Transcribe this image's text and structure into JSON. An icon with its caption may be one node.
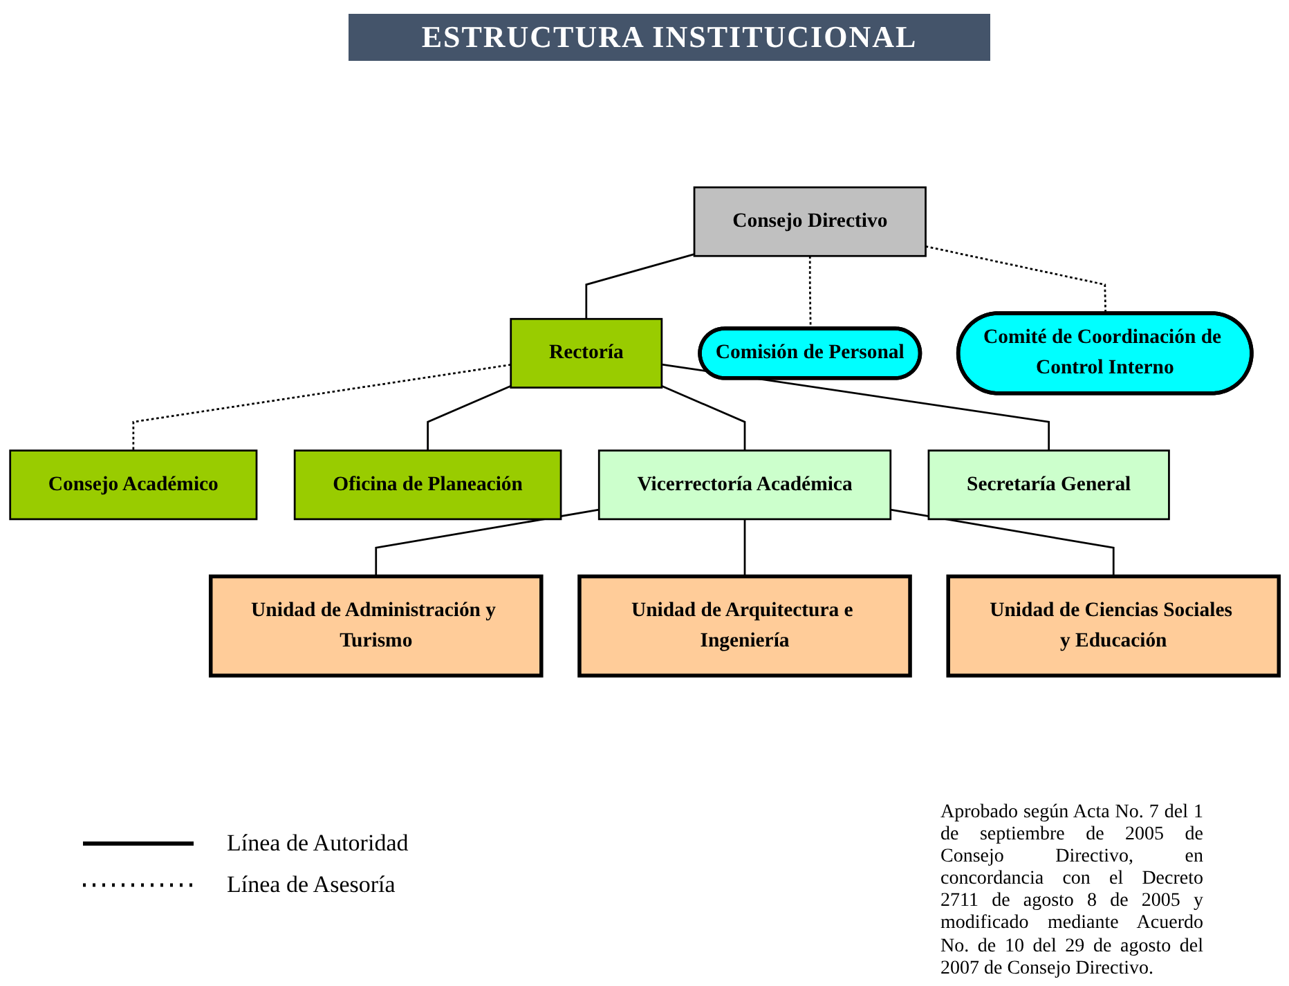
{
  "diagram": {
    "title": "ESTRUCTURA INSTITUCIONAL",
    "nodes": [
      {
        "text": [
          "Consejo Directivo"
        ]
      },
      {
        "text": [
          "Comisión de Personal"
        ]
      },
      {
        "text": [
          "Comité de Coordinación de Control Interno"
        ]
      },
      {
        "text": [
          "Consejo Académico"
        ]
      },
      {
        "text": [
          "Rectoría"
        ]
      },
      {
        "text": [
          "Oficina de Planeación"
        ]
      },
      {
        "text": [
          "Vicerrectoría Académica"
        ]
      },
      {
        "text": [
          "Secretaría General"
        ]
      },
      {
        "text": [
          "Unidad de Administración y Turismo"
        ]
      },
      {
        "text": [
          "Unidad de Arquitectura e Ingeniería"
        ]
      },
      {
        "text": [
          "Unidad de Ciencias Sociales y Educación"
        ]
      }
    ],
    "edges": [
      {
        "from": 0,
        "to": 1,
        "arrow": "none",
        "style": "dashed"
      },
      {
        "from": 0,
        "to": 2,
        "arrow": "none",
        "style": "dashed"
      },
      {
        "from": 0,
        "to": 4,
        "arrow": "none"
      },
      {
        "from": 4,
        "to": 3,
        "arrow": "none",
        "style": "dashed"
      },
      {
        "from": 4,
        "to": 5,
        "arrow": "none"
      },
      {
        "from": 4,
        "to": 6,
        "arrow": "none"
      },
      {
        "from": 4,
        "to": 7,
        "arrow": "none"
      },
      {
        "from": 6,
        "to": 8,
        "arrow": "none"
      },
      {
        "from": 6,
        "to": 9,
        "arrow": "none"
      },
      {
        "from": 6,
        "to": 10,
        "arrow": "none"
      }
    ],
    "labels": [
      "Aprobado según Acta No. 7 del 1 de septiembre de 2005 de Consejo Directivo, en concordancia con el Decreto 2711 de agosto 8 de 2005 y modificado mediante Acuerdo No. de 10 del 29 de agosto del 2007 de Consejo Directivo."
    ],
    "legend": [
      {
        "text": "Línea de Autoridad"
      },
      {
        "text": "Línea de Asesoría"
      }
    ]
  }
}
